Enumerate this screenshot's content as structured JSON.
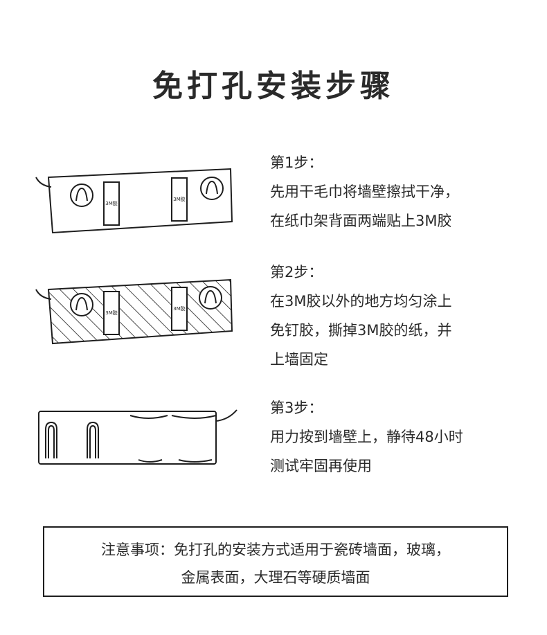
{
  "title": "免打孔安装步骤",
  "steps": [
    {
      "label": "第1步：",
      "lines": [
        "先用干毛巾将墙壁擦拭干净，",
        "在纸巾架背面两端贴上3M胶"
      ]
    },
    {
      "label": "第2步：",
      "lines": [
        "在3M胶以外的地方均匀涂上",
        "免钉胶，撕掉3M胶的纸，并",
        "上墙固定"
      ]
    },
    {
      "label": "第3步：",
      "lines": [
        "用力按到墙壁上，静待48小时",
        "测试牢固再使用"
      ]
    }
  ],
  "tape_label": "3M胶",
  "notice": {
    "lines": [
      "注意事项：免打孔的安装方式适用于瓷砖墙面，玻璃，",
      "金属表面，大理石等硬质墙面"
    ]
  }
}
